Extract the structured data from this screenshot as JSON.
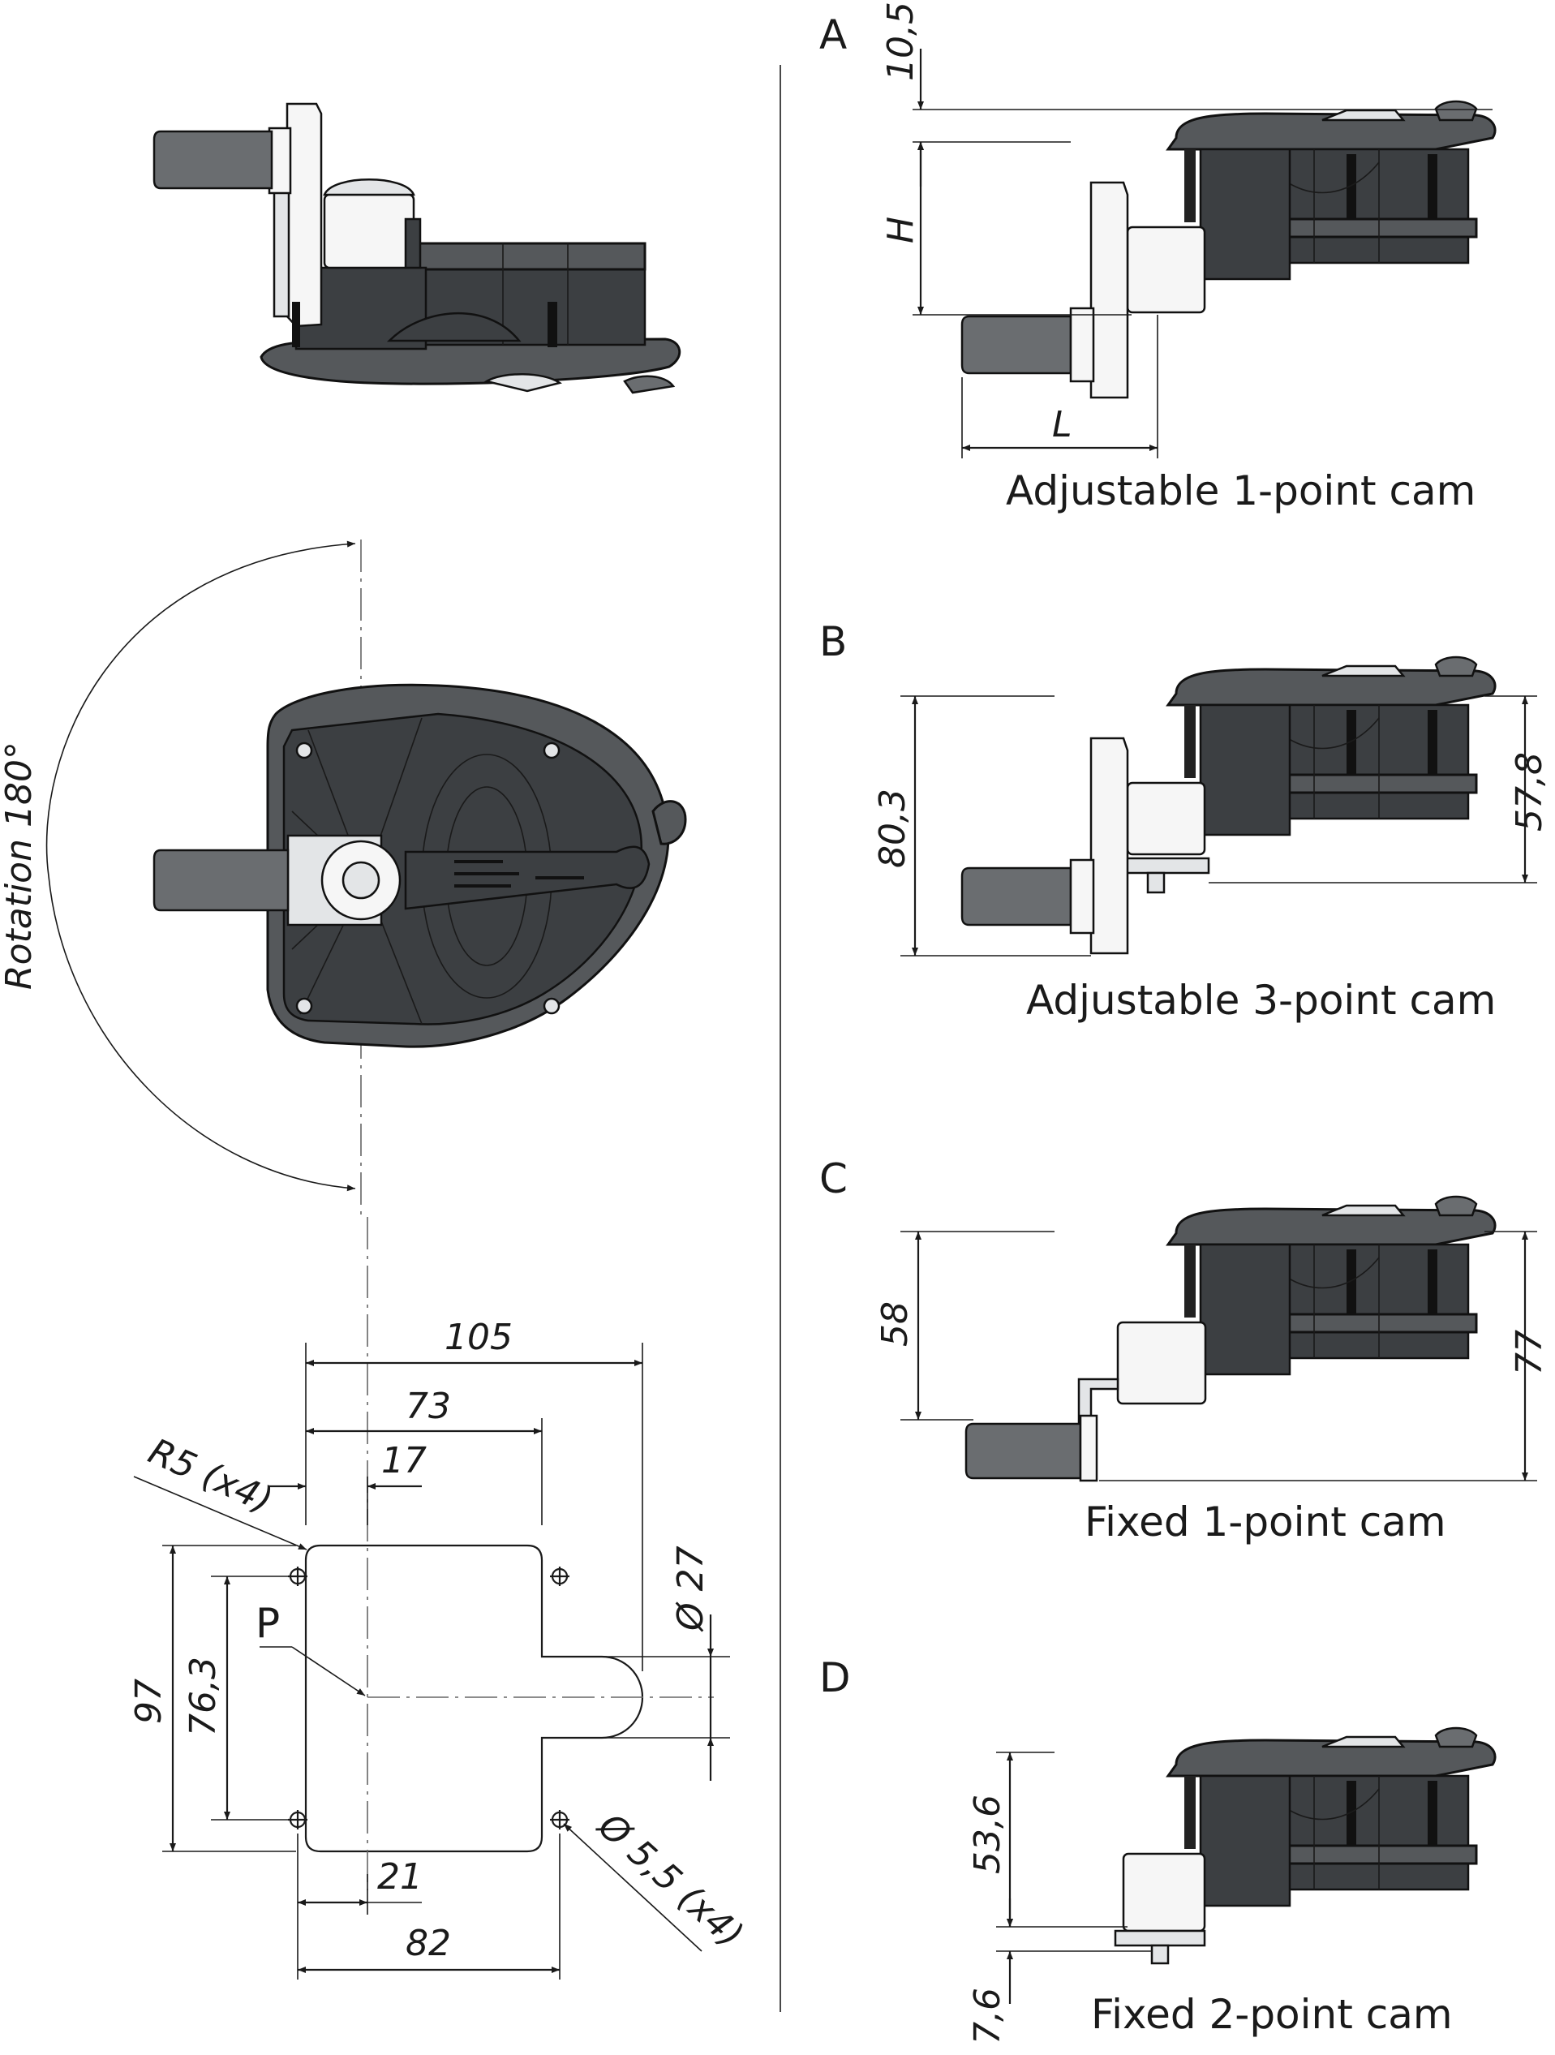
{
  "rotation_label": "Rotation 180°",
  "cutout": {
    "dim_105": "105",
    "dim_73": "73",
    "dim_17": "17",
    "dim_r5": "R5 (x4)",
    "dim_p": "P",
    "dim_97": "97",
    "dim_76_3": "76,3",
    "dim_d27": "Ø 27",
    "dim_21": "21",
    "dim_82": "82",
    "dim_d5_5": "Ø 5,5 (x4)"
  },
  "variants": [
    {
      "letter": "A",
      "caption": "Adjustable 1-point cam",
      "dims": {
        "top": "10,5",
        "h": "H",
        "l": "L"
      }
    },
    {
      "letter": "B",
      "caption": "Adjustable 3-point cam",
      "dims": {
        "left": "80,3",
        "right": "57,8"
      }
    },
    {
      "letter": "C",
      "caption": "Fixed 1-point cam",
      "dims": {
        "left": "58",
        "right": "77"
      }
    },
    {
      "letter": "D",
      "caption": "Fixed 2-point cam",
      "dims": {
        "top": "53,6",
        "bottom": "7,6"
      }
    }
  ]
}
